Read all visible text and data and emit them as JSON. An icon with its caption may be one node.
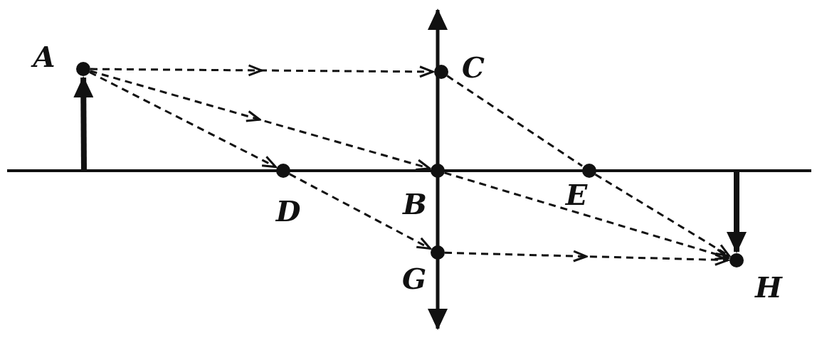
{
  "diagram": {
    "nodes": [
      {
        "text": [],
        "shape": "circle",
        "beside": [
          "A"
        ]
      },
      {
        "text": [],
        "shape": "circle",
        "beside": [
          "C"
        ]
      },
      {
        "text": [],
        "shape": "circle",
        "beside": [
          "D"
        ]
      },
      {
        "text": [],
        "shape": "circle",
        "beside": [
          "B"
        ]
      },
      {
        "text": [],
        "shape": "circle",
        "beside": [
          "E"
        ]
      },
      {
        "text": [],
        "shape": "circle",
        "beside": [
          "G"
        ]
      },
      {
        "text": [],
        "shape": "circle",
        "beside": [
          "H"
        ]
      }
    ],
    "edges": [
      {
        "from": 0,
        "to": 1,
        "arrow": "to",
        "style": "dashed"
      },
      {
        "from": 0,
        "to": 3,
        "arrow": "to",
        "style": "dashed"
      },
      {
        "from": 0,
        "to": 2,
        "arrow": "to",
        "style": "dashed"
      },
      {
        "from": 1,
        "to": 4,
        "arrow": "none",
        "style": "dashed"
      },
      {
        "from": 4,
        "to": 6,
        "arrow": "to",
        "style": "dashed"
      },
      {
        "from": 3,
        "to": 6,
        "arrow": "to",
        "style": "dashed"
      },
      {
        "from": 2,
        "to": 5,
        "arrow": "to",
        "style": "dashed"
      },
      {
        "from": 5,
        "to": 6,
        "arrow": "to",
        "style": "dashed"
      },
      {
        "from": null,
        "to": 0,
        "arrow": "to",
        "style": "thick"
      },
      {
        "from": null,
        "to": 6,
        "arrow": "to",
        "style": "thick"
      }
    ]
  }
}
